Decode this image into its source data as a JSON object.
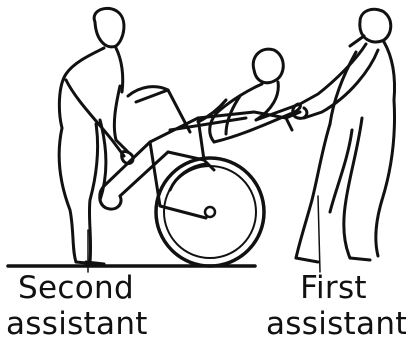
{
  "labels": {
    "second_assistant": [
      "Second",
      "assistant"
    ],
    "first_assistant": [
      "First",
      "assistant"
    ]
  },
  "colors": {
    "ink": "#111111",
    "background": "#ffffff"
  }
}
